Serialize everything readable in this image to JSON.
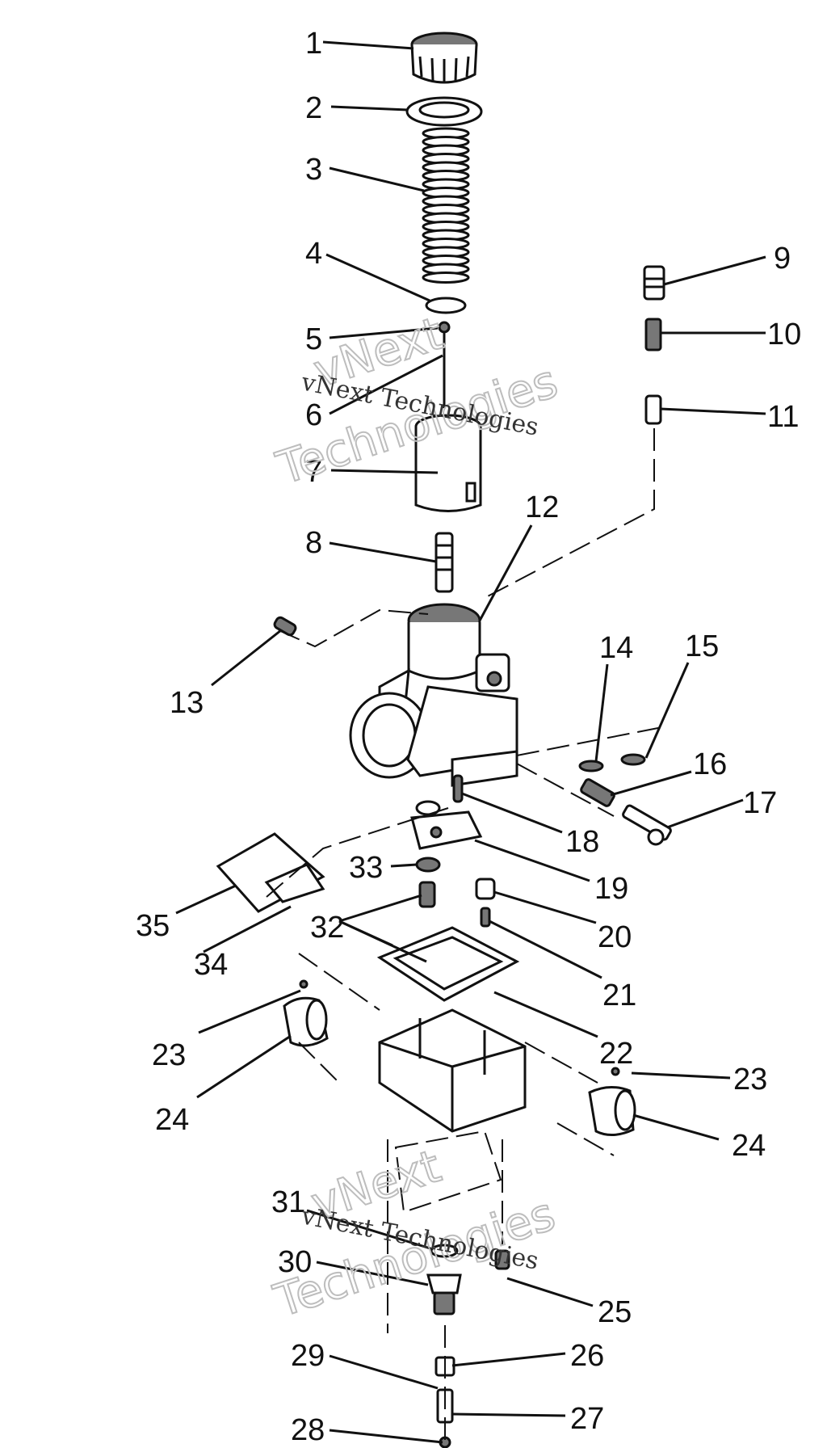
{
  "callouts": [
    {
      "id": "c1",
      "label": "1"
    },
    {
      "id": "c2",
      "label": "2"
    },
    {
      "id": "c3",
      "label": "3"
    },
    {
      "id": "c4",
      "label": "4"
    },
    {
      "id": "c5",
      "label": "5"
    },
    {
      "id": "c6",
      "label": "6"
    },
    {
      "id": "c7",
      "label": "7"
    },
    {
      "id": "c8",
      "label": "8"
    },
    {
      "id": "c9",
      "label": "9"
    },
    {
      "id": "c10",
      "label": "10"
    },
    {
      "id": "c11",
      "label": "11"
    },
    {
      "id": "c12",
      "label": "12"
    },
    {
      "id": "c13",
      "label": "13"
    },
    {
      "id": "c14",
      "label": "14"
    },
    {
      "id": "c15",
      "label": "15"
    },
    {
      "id": "c16",
      "label": "16"
    },
    {
      "id": "c17",
      "label": "17"
    },
    {
      "id": "c18",
      "label": "18"
    },
    {
      "id": "c19",
      "label": "19"
    },
    {
      "id": "c20",
      "label": "20"
    },
    {
      "id": "c21",
      "label": "21"
    },
    {
      "id": "c22",
      "label": "22"
    },
    {
      "id": "c23a",
      "label": "23"
    },
    {
      "id": "c23b",
      "label": "23"
    },
    {
      "id": "c24a",
      "label": "24"
    },
    {
      "id": "c24b",
      "label": "24"
    },
    {
      "id": "c25",
      "label": "25"
    },
    {
      "id": "c26",
      "label": "26"
    },
    {
      "id": "c27",
      "label": "27"
    },
    {
      "id": "c28",
      "label": "28"
    },
    {
      "id": "c29",
      "label": "29"
    },
    {
      "id": "c30",
      "label": "30"
    },
    {
      "id": "c31",
      "label": "31"
    },
    {
      "id": "c32",
      "label": "32"
    },
    {
      "id": "c33",
      "label": "33"
    },
    {
      "id": "c34",
      "label": "34"
    },
    {
      "id": "c35",
      "label": "35"
    }
  ],
  "watermark": {
    "line1": "vNext",
    "line2": "Technologies",
    "line3": "vNext Technologies"
  }
}
